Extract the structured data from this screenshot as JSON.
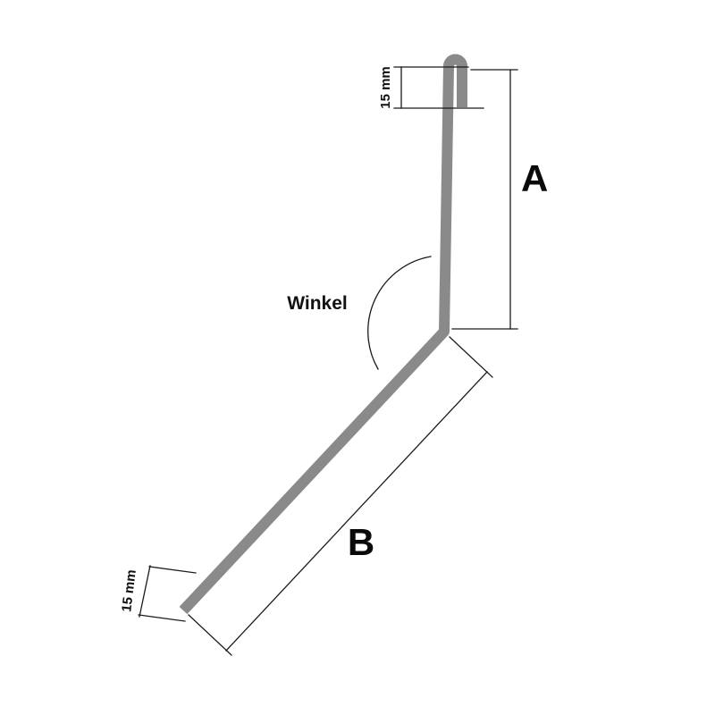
{
  "diagram": {
    "type": "technical-drawing-bent-rod",
    "labels": {
      "length_a": "A",
      "length_b": "B",
      "angle": "Winkel",
      "top_end": "15 mm",
      "bottom_end": "15 mm"
    },
    "colors": {
      "rod": "#8a8a8a",
      "line": "#1a1a1a",
      "background": "#ffffff"
    }
  }
}
